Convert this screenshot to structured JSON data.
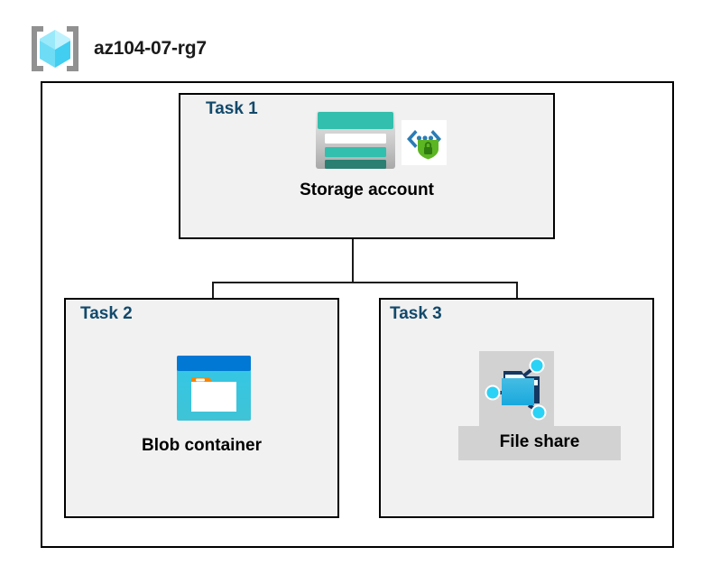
{
  "header": {
    "icon": "resource-group-icon",
    "title": "az104-07-rg7"
  },
  "container": {
    "name": "resource-group-container"
  },
  "tasks": [
    {
      "label": "Task 1",
      "node_caption": "Storage account",
      "icons": [
        "storage-account-icon",
        "secure-data-shield-icon"
      ]
    },
    {
      "label": "Task 2",
      "node_caption": "Blob container",
      "icons": [
        "blob-container-icon"
      ]
    },
    {
      "label": "Task 3",
      "node_caption": "File share",
      "icons": [
        "file-share-icon"
      ]
    }
  ],
  "colors": {
    "task_label": "#12496b",
    "task_fill": "#f1f1f1",
    "border": "#000000",
    "connector": "#1a1a1a",
    "highlight_patch": "#d2d2d2",
    "azure_blue": "#0078d4",
    "storage_teal": "#32bfad",
    "storage_teal_dark": "#2a7f72",
    "blob_cyan": "#32c8e8",
    "blob_orange": "#f2850e",
    "shield_green": "#5cb522",
    "cube_cyan": "#7fe6fb",
    "bracket_gray": "#919191"
  },
  "connectors": [
    {
      "from": "Storage account",
      "to": "Blob container"
    },
    {
      "from": "Storage account",
      "to": "File share"
    }
  ]
}
